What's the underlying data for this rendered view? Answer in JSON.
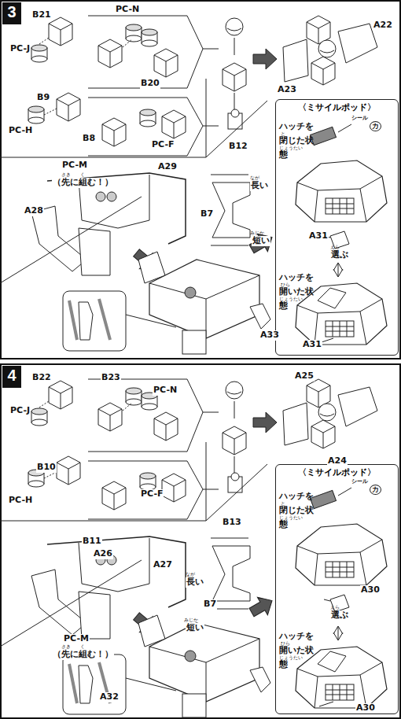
{
  "diagram": {
    "nodes": [
      {
        "text": [
          "3"
        ]
      },
      {
        "text": [
          "〈ミサイルポッド〉"
        ]
      },
      {
        "text": [
          "4"
        ]
      },
      {
        "text": [
          "〈ミサイルポッド〉"
        ]
      }
    ],
    "labels": [
      "B21",
      "PC-J",
      "PC-N",
      "B20",
      "B9",
      "PC-H",
      "B8",
      "PC-F",
      "B12",
      "A22",
      "A23",
      "シール",
      "カ",
      "ハッチを閉じた状態",
      "と",
      "じょうたい",
      "A31",
      "選ぶ",
      "えら",
      "ハッチを開いた状態",
      "ひら",
      "じょうたい",
      "A31",
      "PC-M",
      "（先に組む！）",
      "さき",
      "く",
      "A29",
      "A28",
      "B7",
      "長い",
      "なが",
      "短い",
      "みじか",
      "A33",
      "B22",
      "PC-J",
      "B23",
      "PC-N",
      "B10",
      "PC-H",
      "PC-F",
      "B11",
      "B13",
      "A25",
      "A24",
      "シール",
      "カ",
      "ハッチを閉じた状態",
      "と",
      "じょうたい",
      "A30",
      "選ぶ",
      "えら",
      "ハッチを開いた状態",
      "ひら",
      "じょうたい",
      "A30",
      "A26",
      "A27",
      "PC-M",
      "（先に組む！）",
      "さき",
      "く",
      "長い",
      "なが",
      "B7",
      "短い",
      "みじか",
      "A32"
    ]
  }
}
